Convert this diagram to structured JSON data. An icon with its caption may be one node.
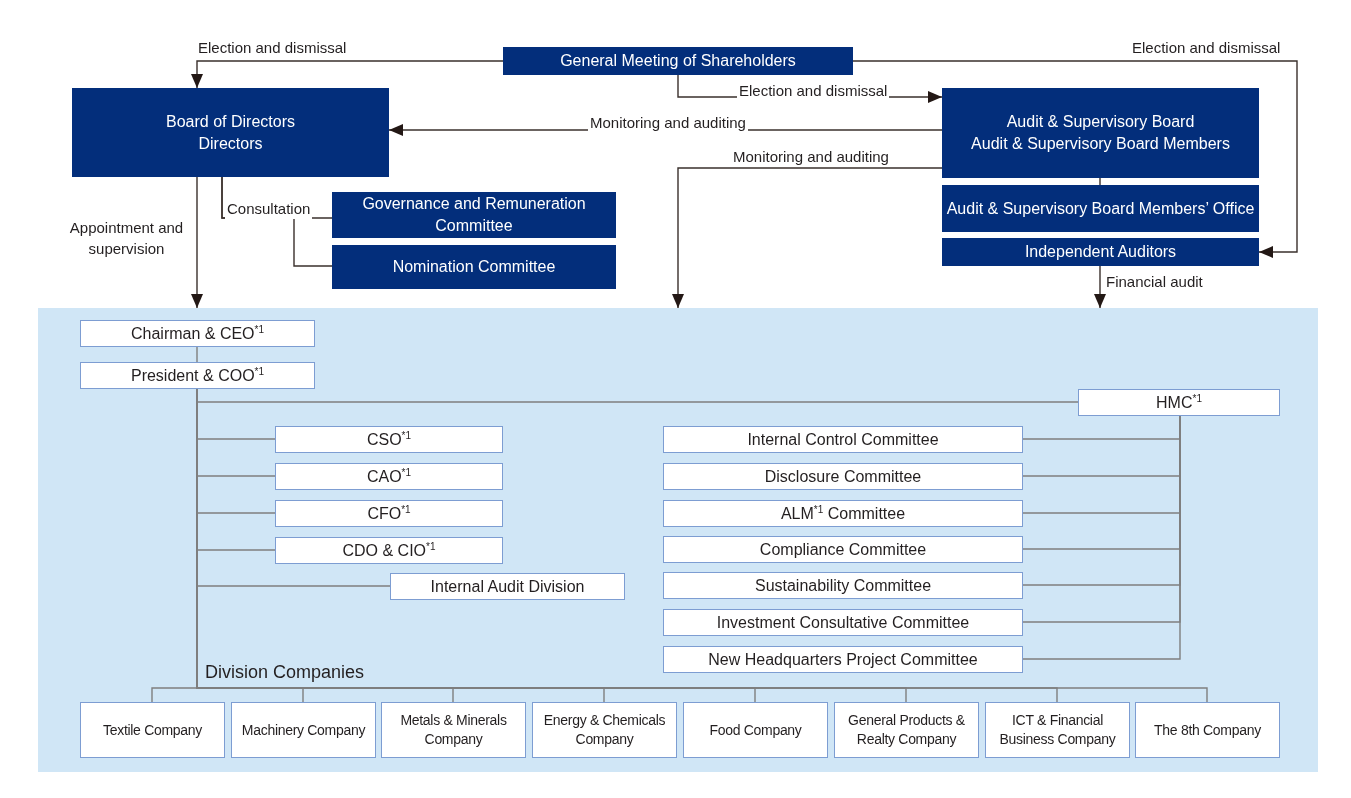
{
  "diagram": {
    "nodes": [
      {
        "text": [
          "General Meeting of Shareholders"
        ]
      },
      {
        "text": [
          "Board of Directors",
          "Directors"
        ]
      },
      {
        "text": [
          "Audit & Supervisory Board",
          "Audit & Supervisory Board Members"
        ]
      },
      {
        "text": [
          "Governance and Remuneration Committee"
        ]
      },
      {
        "text": [
          "Nomination Committee"
        ]
      },
      {
        "text": [
          "Audit & Supervisory Board Members’ Office"
        ]
      },
      {
        "text": [
          "Independent Auditors"
        ]
      },
      {
        "text": [],
        "shape": "box"
      },
      {
        "text": [
          "Chairman & CEO$^{*1}$"
        ],
        "in": 7
      },
      {
        "text": [
          "President & COO$^{*1}$"
        ],
        "in": 7
      },
      {
        "text": [
          "HMC$^{*1}$"
        ],
        "in": 7
      },
      {
        "text": [
          "CSO$^{*1}$"
        ],
        "in": 7
      },
      {
        "text": [
          "CAO$^{*1}$"
        ],
        "in": 7
      },
      {
        "text": [
          "CFO$^{*1}$"
        ],
        "in": 7
      },
      {
        "text": [
          "CDO & CIO$^{*1}$"
        ],
        "in": 7
      },
      {
        "text": [
          "Internal Audit Division"
        ],
        "in": 7
      },
      {
        "text": [
          "Internal Control Committee"
        ],
        "in": 7
      },
      {
        "text": [
          "Disclosure Committee"
        ],
        "in": 7
      },
      {
        "text": [
          "ALM$^{*1}$ Committee"
        ],
        "in": 7
      },
      {
        "text": [
          "Compliance Committee"
        ],
        "in": 7
      },
      {
        "text": [
          "Sustainability Committee"
        ],
        "in": 7
      },
      {
        "text": [
          "Investment Consultative Committee"
        ],
        "in": 7
      },
      {
        "text": [
          "New Headquarters Project Committee"
        ],
        "in": 7
      },
      {
        "text": [
          "Textile Company"
        ],
        "in": 7
      },
      {
        "text": [
          "Machinery Company"
        ],
        "in": 7
      },
      {
        "text": [
          "Metals & Minerals Company"
        ],
        "in": 7
      },
      {
        "text": [
          "Energy & Chemicals Company"
        ],
        "in": 7
      },
      {
        "text": [
          "Food Company"
        ],
        "in": 7
      },
      {
        "text": [
          "General Products & Realty Company"
        ],
        "in": 7
      },
      {
        "text": [
          "ICT & Financial Business Company"
        ],
        "in": 7
      },
      {
        "text": [
          "The 8th Company"
        ],
        "in": 7
      }
    ],
    "edges": [
      {
        "from": 0,
        "to": 1,
        "arrow": "to",
        "label": "Election and dismissal",
        "color": "#3a302c"
      },
      {
        "from": 0,
        "to": 2,
        "arrow": "to",
        "label": "Election and dismissal",
        "color": "#3a302c"
      },
      {
        "from": 0,
        "to": 6,
        "arrow": "to",
        "label": "Election and dismissal",
        "color": "#3a302c"
      },
      {
        "from": 2,
        "to": 1,
        "arrow": "to",
        "label": "Monitoring and auditing",
        "color": "#3a302c"
      },
      {
        "from": 2,
        "to": 7,
        "arrow": "to",
        "label": "Monitoring and auditing",
        "color": "#3a302c"
      },
      {
        "from": 6,
        "to": 7,
        "arrow": "to",
        "label": "Financial audit",
        "color": "#3a302c"
      },
      {
        "from": 1,
        "to": 7,
        "arrow": "to",
        "label": "Appointment and supervision",
        "color": "#3a302c"
      },
      {
        "from": 1,
        "to": 3,
        "arrow": "none",
        "label": "Consultation",
        "color": "#3a302c"
      },
      {
        "from": 1,
        "to": 4,
        "arrow": "none",
        "color": "#3a302c"
      },
      {
        "from": 2,
        "to": 5,
        "arrow": "none",
        "color": "#3a302c"
      },
      {
        "from": 8,
        "to": 9,
        "arrow": "none"
      },
      {
        "from": 9,
        "to": 10,
        "arrow": "none"
      },
      {
        "from": 9,
        "to": 11,
        "arrow": "none"
      },
      {
        "from": 9,
        "to": 12,
        "arrow": "none"
      },
      {
        "from": 9,
        "to": 13,
        "arrow": "none"
      },
      {
        "from": 9,
        "to": 14,
        "arrow": "none"
      },
      {
        "from": 9,
        "to": 15,
        "arrow": "none"
      },
      {
        "from": 10,
        "to": 16,
        "arrow": "none"
      },
      {
        "from": 10,
        "to": 17,
        "arrow": "none"
      },
      {
        "from": 10,
        "to": 18,
        "arrow": "none"
      },
      {
        "from": 10,
        "to": 19,
        "arrow": "none"
      },
      {
        "from": 10,
        "to": 20,
        "arrow": "none"
      },
      {
        "from": 10,
        "to": 21,
        "arrow": "none"
      },
      {
        "from": 10,
        "to": 22,
        "arrow": "none"
      },
      {
        "from": 9,
        "to": 23,
        "arrow": "none"
      },
      {
        "from": 9,
        "to": 24,
        "arrow": "none"
      },
      {
        "from": 9,
        "to": 25,
        "arrow": "none"
      },
      {
        "from": 9,
        "to": 26,
        "arrow": "none"
      },
      {
        "from": 9,
        "to": 27,
        "arrow": "none"
      },
      {
        "from": 9,
        "to": 28,
        "arrow": "none"
      },
      {
        "from": 9,
        "to": 29,
        "arrow": "none"
      },
      {
        "from": 9,
        "to": 30,
        "arrow": "none"
      }
    ],
    "labels": [
      "Division Companies"
    ]
  }
}
